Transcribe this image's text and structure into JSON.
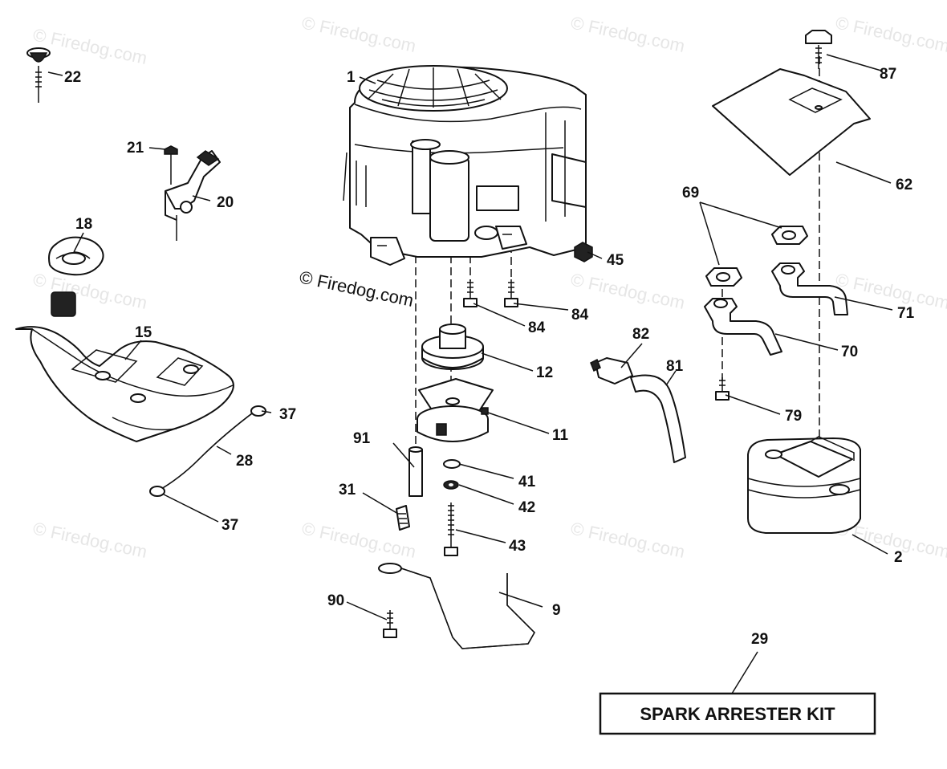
{
  "watermark": "© Firedog.com",
  "watermark_prominent": "© Firedog.com",
  "kit_label": "SPARK ARRESTER KIT",
  "callouts": {
    "p1": "1",
    "p2": "2",
    "p9": "9",
    "p11": "11",
    "p12": "12",
    "p15": "15",
    "p18": "18",
    "p20": "20",
    "p21": "21",
    "p22": "22",
    "p28": "28",
    "p29": "29",
    "p31": "31",
    "p37a": "37",
    "p37b": "37",
    "p41": "41",
    "p42": "42",
    "p43": "43",
    "p45": "45",
    "p62": "62",
    "p69": "69",
    "p70": "70",
    "p71": "71",
    "p79": "79",
    "p81": "81",
    "p82": "82",
    "p84a": "84",
    "p84b": "84",
    "p87": "87",
    "p90": "90",
    "p91": "91"
  }
}
